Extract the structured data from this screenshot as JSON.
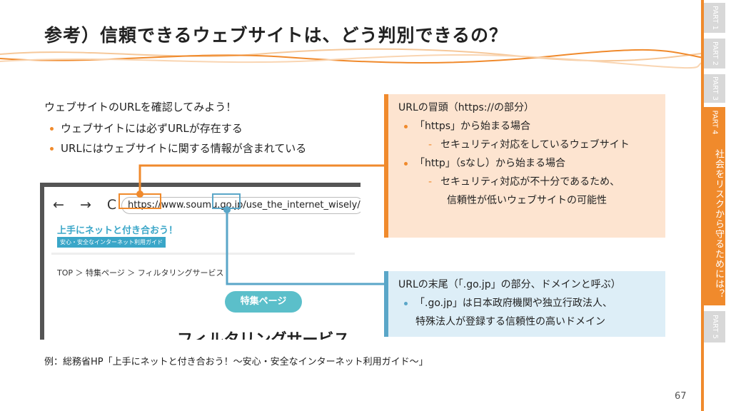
{
  "title": "参考）信頼できるウェブサイトは、どう判別できるの？",
  "sidebar": {
    "tabs": [
      "PART 1",
      "PART 2",
      "PART 3",
      "PART 4",
      "PART 5"
    ],
    "active_section": "社会をリスクから守るためには？"
  },
  "intro": {
    "heading": "ウェブサイトのURLを確認してみよう！",
    "bullets": [
      "ウェブサイトには必ずURLが存在する",
      "URLにはウェブサイトに関する情報が含まれている"
    ]
  },
  "browser": {
    "nav_icons": [
      "back-arrow-icon",
      "forward-arrow-icon",
      "reload-icon"
    ],
    "nav_glyphs": "← → C",
    "url": "https://www.soumu.go.jp/use_the_internet_wisely/",
    "logo_main": "上手にネットと付き合おう！",
    "logo_sub": "安心・安全なインターネット利用ガイド",
    "breadcrumb": "TOP ＞ 特集ページ ＞ フィルタリングサービス",
    "pill": "特集ページ",
    "heading": "フィルタリングサービス"
  },
  "orange_box": {
    "title": "URLの冒頭（https://の部分）",
    "b1": "「https」から始まる場合",
    "b1_sub": "セキュリティ対応をしているウェブサイト",
    "b2": "「http」（sなし）から始まる場合",
    "b2_sub1": "セキュリティ対応が不十分であるため、",
    "b2_sub2": "信頼性が低いウェブサイトの可能性"
  },
  "blue_box": {
    "title": "URLの末尾（「.go.jp」の部分、ドメインと呼ぶ）",
    "b1": "「.go.jp」は日本政府機関や独立行政法人、",
    "b1_cont": "特殊法人が登録する信頼性の高いドメイン"
  },
  "example": "例：総務省HP「上手にネットと付き合おう！～安心・安全なインターネット利用ガイド～」",
  "page_number": "67",
  "colors": {
    "accent": "#f08a2c",
    "blue": "#5aa6c8"
  }
}
